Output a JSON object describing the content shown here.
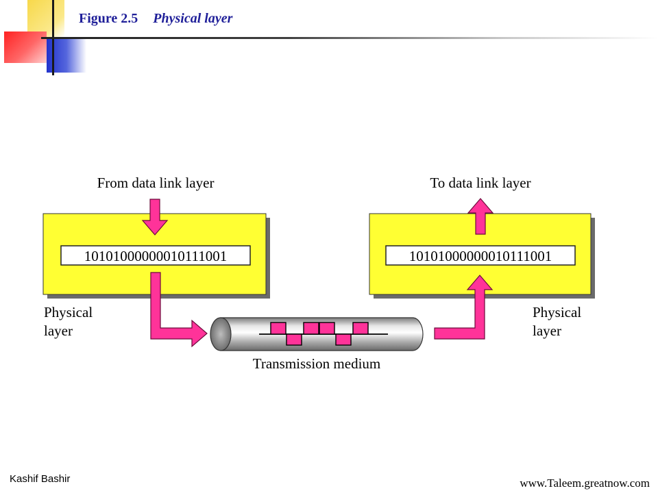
{
  "slide": {
    "figure_number": "Figure 2.5",
    "figure_name": "Physical layer"
  },
  "diagram": {
    "sender": {
      "top_label": "From data link layer",
      "bits": "10101000000010111001",
      "side_label_line1": "Physical",
      "side_label_line2": "layer"
    },
    "receiver": {
      "top_label": "To data link layer",
      "bits": "10101000000010111001",
      "side_label_line1": "Physical",
      "side_label_line2": "layer"
    },
    "medium_label": "Transmission medium"
  },
  "colors": {
    "box_fill": "#ffff33",
    "arrow_fill": "#ff3399",
    "title_color": "#1f1f99"
  },
  "footer": {
    "author": "Kashif Bashir",
    "website": "www.Taleem.greatnow.com"
  }
}
